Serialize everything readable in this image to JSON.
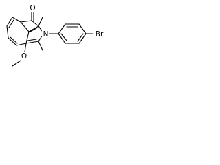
{
  "molecule": {
    "atoms": {
      "ketone_oxygen": "O",
      "nitrogen": "N",
      "bromine": "Br",
      "methoxy_oxygen": "O"
    }
  }
}
